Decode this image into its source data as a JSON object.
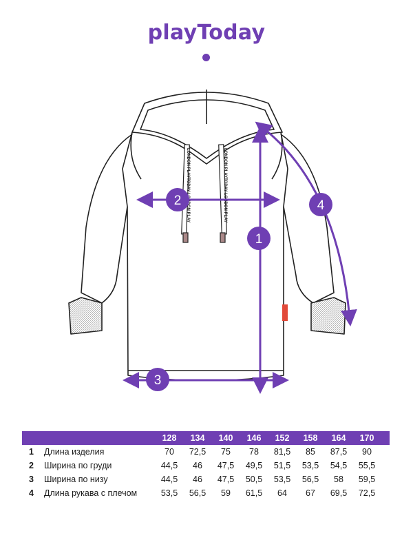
{
  "brand": {
    "logo_text": "playToday",
    "accent_color": "#6f3fb3"
  },
  "diagram": {
    "item": "hoodie-dress-outline",
    "drawstring_text": "LONDON PLAYTODAY LONDON PLAY",
    "markers": [
      {
        "id": "1",
        "label": "1"
      },
      {
        "id": "2",
        "label": "2"
      },
      {
        "id": "3",
        "label": "3"
      },
      {
        "id": "4",
        "label": "4"
      }
    ]
  },
  "size_table": {
    "sizes": [
      "128",
      "134",
      "140",
      "146",
      "152",
      "158",
      "164",
      "170"
    ],
    "rows": [
      {
        "num": "1",
        "label": "Длина изделия",
        "values": [
          "70",
          "72,5",
          "75",
          "78",
          "81,5",
          "85",
          "87,5",
          "90"
        ]
      },
      {
        "num": "2",
        "label": "Ширина по груди",
        "values": [
          "44,5",
          "46",
          "47,5",
          "49,5",
          "51,5",
          "53,5",
          "54,5",
          "55,5"
        ]
      },
      {
        "num": "3",
        "label": "Ширина по низу",
        "values": [
          "44,5",
          "46",
          "47,5",
          "50,5",
          "53,5",
          "56,5",
          "58",
          "59,5"
        ]
      },
      {
        "num": "4",
        "label": "Длина рукава с плечом",
        "values": [
          "53,5",
          "56,5",
          "59",
          "61,5",
          "64",
          "67",
          "69,5",
          "72,5"
        ]
      }
    ]
  }
}
